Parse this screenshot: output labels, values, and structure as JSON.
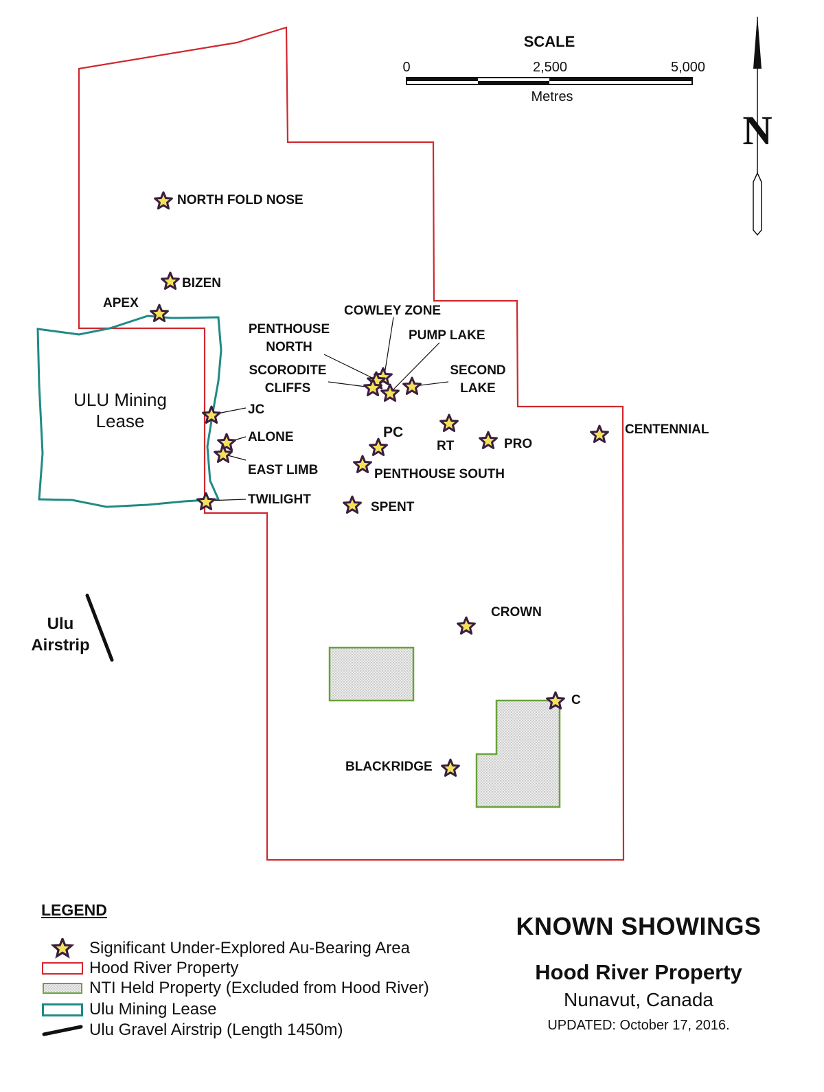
{
  "map": {
    "colors": {
      "hood_river": "#d0272d",
      "nti": "#6aa33a",
      "ulu_lease": "#1f8a86",
      "star_fill": "#f3e25a",
      "star_outline": "#3a1f3f",
      "airstrip": "#111111"
    },
    "scale": {
      "title": "SCALE",
      "ticks": [
        "0",
        "2,500",
        "5,000"
      ],
      "unit": "Metres"
    },
    "north_letter": "N",
    "lease_label_line1": "ULU Mining",
    "lease_label_line2": "Lease",
    "airstrip_label_line1": "Ulu",
    "airstrip_label_line2": "Airstrip",
    "showings": [
      {
        "name": "NORTH FOLD NOSE"
      },
      {
        "name": "BIZEN"
      },
      {
        "name": "APEX"
      },
      {
        "name": "COWLEY ZONE"
      },
      {
        "name": "PENTHOUSE",
        "name2": "NORTH"
      },
      {
        "name": "PUMP LAKE"
      },
      {
        "name": "SCORODITE",
        "name2": "CLIFFS"
      },
      {
        "name": "SECOND",
        "name2": "LAKE"
      },
      {
        "name": "JC"
      },
      {
        "name": "ALONE"
      },
      {
        "name": "EAST LIMB"
      },
      {
        "name": "TWILIGHT"
      },
      {
        "name": "PC"
      },
      {
        "name": "RT"
      },
      {
        "name": "PRO"
      },
      {
        "name": "CENTENNIAL"
      },
      {
        "name": "PENTHOUSE SOUTH"
      },
      {
        "name": "SPENT"
      },
      {
        "name": "CROWN"
      },
      {
        "name": "C"
      },
      {
        "name": "BLACKRIDGE"
      }
    ]
  },
  "legend": {
    "title": "LEGEND",
    "items": [
      {
        "label": "Significant Under-Explored Au-Bearing Area",
        "symbol": "star-icon"
      },
      {
        "label": "Hood River Property",
        "symbol": "red-outline-box"
      },
      {
        "label": "NTI Held Property (Excluded from Hood River)",
        "symbol": "green-stippled-box"
      },
      {
        "label": "Ulu Mining Lease",
        "symbol": "teal-outline-box"
      },
      {
        "label": "Ulu Gravel Airstrip (Length 1450m)",
        "symbol": "black-line"
      }
    ]
  },
  "title_block": {
    "main": "KNOWN SHOWINGS",
    "subtitle": "Hood River Property",
    "location": "Nunavut, Canada",
    "updated": "UPDATED: October 17, 2016."
  }
}
